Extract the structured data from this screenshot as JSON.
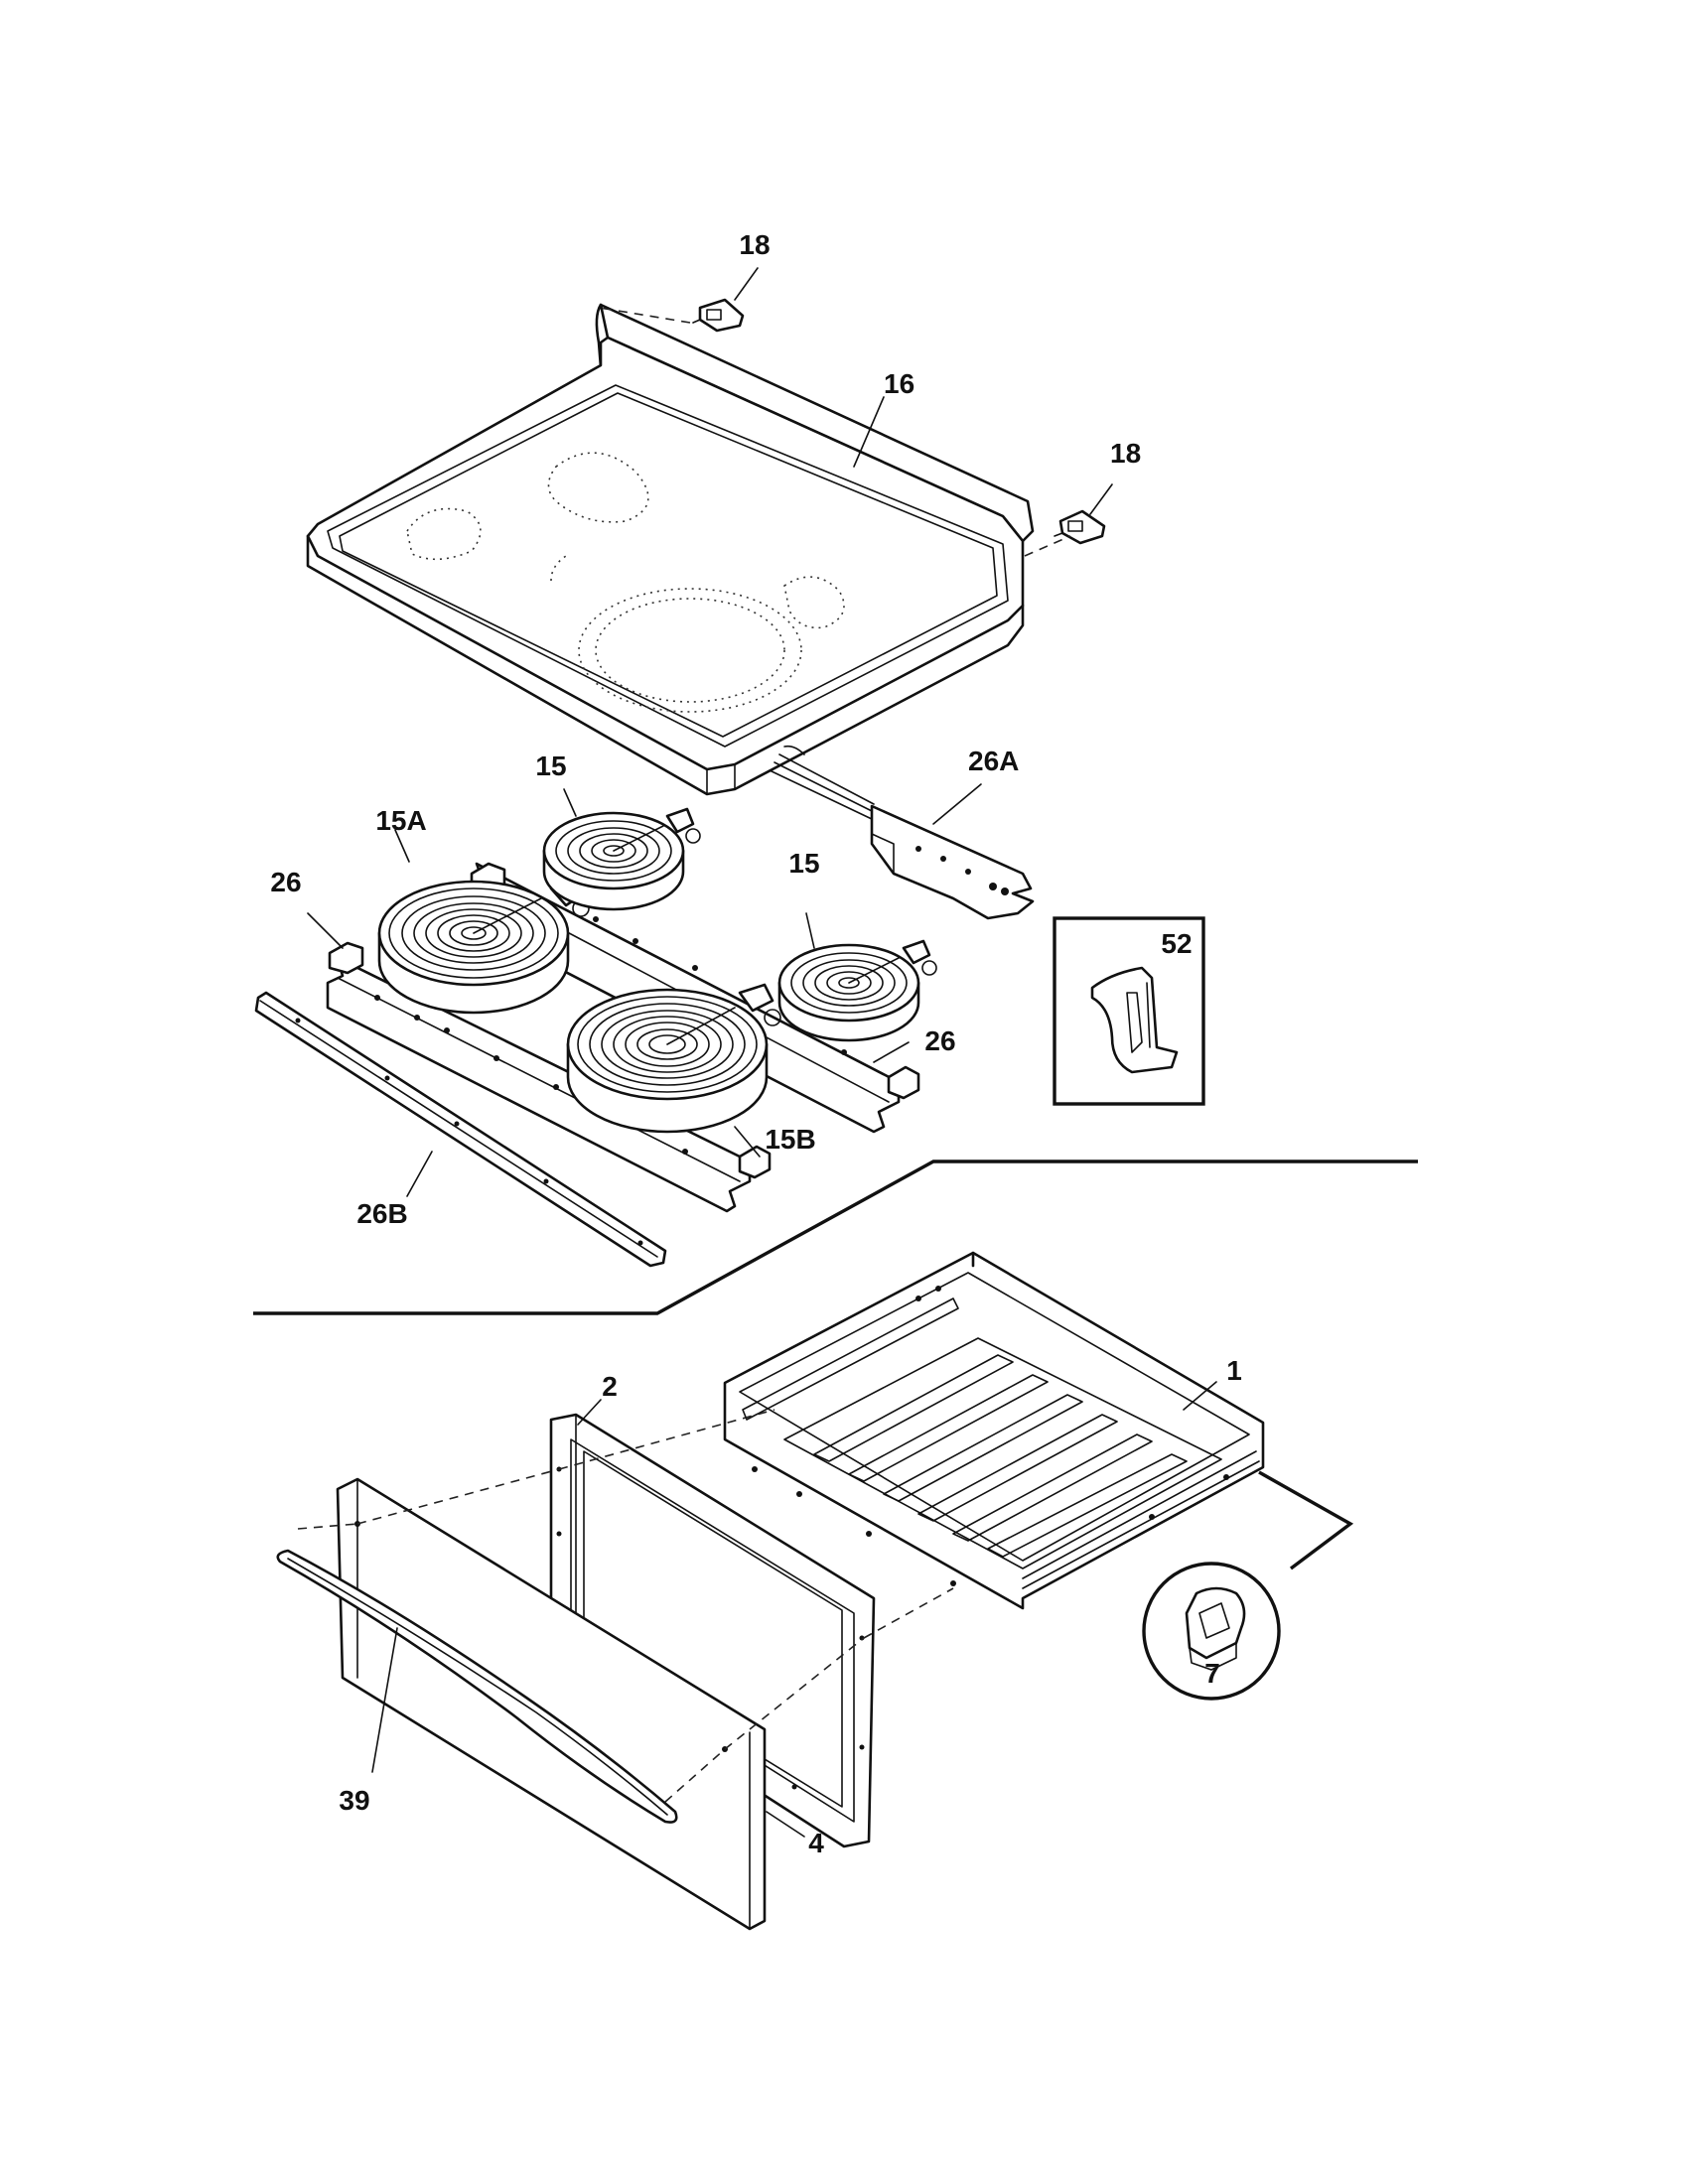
{
  "labels": {
    "l18a": "18",
    "l16": "16",
    "l18b": "18",
    "l26A": "26A",
    "l15a": "15",
    "l15A": "15A",
    "l26a": "26",
    "l15b": "15",
    "l52": "52",
    "l26b": "26",
    "l15B": "15B",
    "l26B": "26B",
    "l1": "1",
    "l2": "2",
    "l7": "7",
    "l39": "39",
    "l4": "4"
  }
}
